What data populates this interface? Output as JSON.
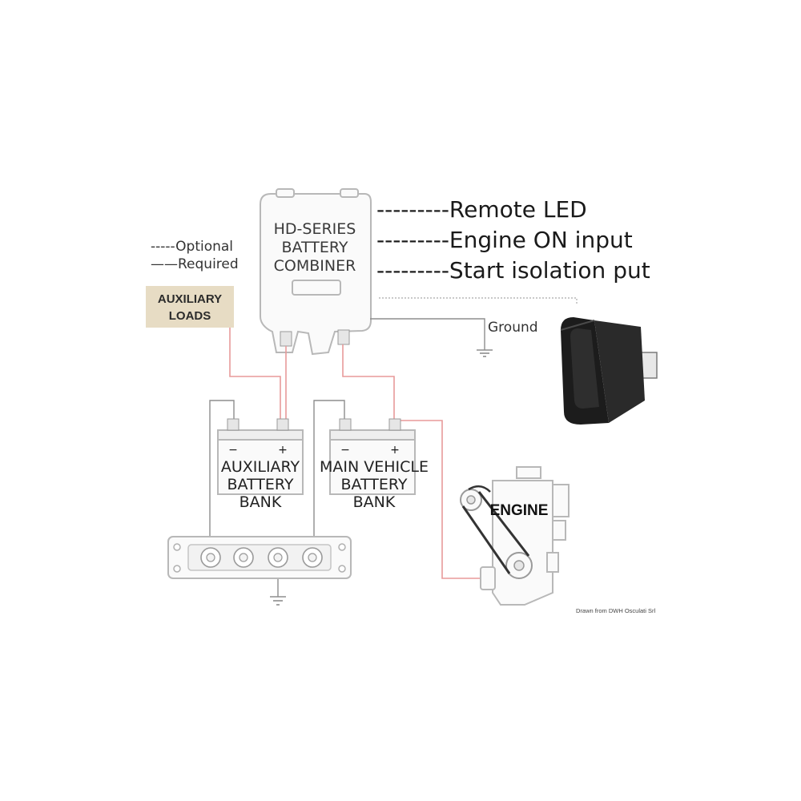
{
  "combiner": {
    "name_line1": "HD-SERIES",
    "name_line2": "BATTERY",
    "name_line3": "COMBINER"
  },
  "functions": {
    "remote_led": "---------Remote LED",
    "engine_on": "---------Engine ON input",
    "start_isolation": "---------Start isolation put"
  },
  "legend": {
    "optional": "-----Optional",
    "required": "——Required"
  },
  "auxiliary_loads": {
    "line1": "AUXILIARY",
    "line2": "LOADS"
  },
  "ground_label": "Ground",
  "aux_battery": {
    "line1": "AUXILIARY",
    "line2": "BATTERY",
    "line3": "BANK",
    "minus": "−",
    "plus": "+"
  },
  "main_battery": {
    "line1": "MAIN VEHICLE",
    "line2": "BATTERY",
    "line3": "BANK",
    "minus": "−",
    "plus": "+"
  },
  "engine_label": "ENGINE",
  "credit": "Drawn from DWH Osculati Srl",
  "colors": {
    "required_positive": "#e89a9a",
    "required_negative": "#8d8d8d",
    "optional": "#b7b7b7",
    "tag_background": "#e7dcc4",
    "switch_body": "#1c1c1c"
  },
  "icons": {
    "ground": "ground-symbol-icon",
    "switch": "rocker-switch-icon",
    "engine": "engine-icon",
    "battery": "battery-icon",
    "bus_bar": "bus-bar-icon"
  }
}
